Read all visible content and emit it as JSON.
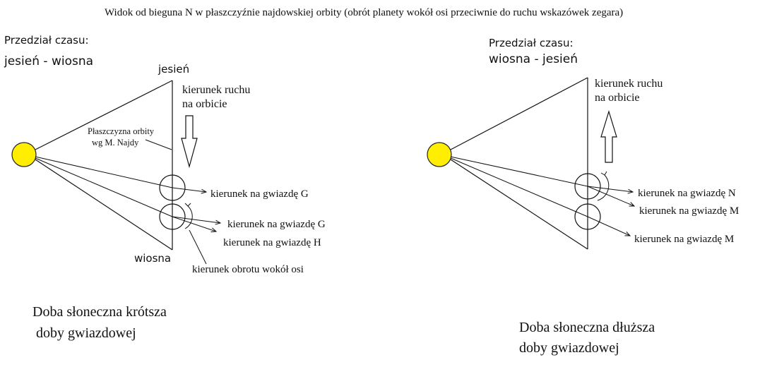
{
  "title": "Widok od bieguna N w płaszczyźnie najdowskiej orbity  (obrót planety wokół osi przeciwnie do ruchu wskazówek zegara)",
  "colors": {
    "sun": "#ffee00",
    "sun_outline": "#222222",
    "ink": "#111111"
  },
  "left": {
    "interval_label": "Przedział czasu:",
    "interval_value": "jesień - wiosna",
    "season_top": "jesień",
    "season_bottom": "wiosna",
    "motion_line1": "kierunek ruchu",
    "motion_line2": "na orbicie",
    "motion_arrow": "down",
    "plane_line1": "Płaszczyzna orbity",
    "plane_line2": "wg M. Najdy",
    "star1": "kierunek na gwiazdę G",
    "star2": "kierunek na gwiazdę G",
    "star3": "kierunek na gwiazdę  H",
    "rotation": "kierunek obrotu wokół osi",
    "conclusion1": "Doba słoneczna krótsza",
    "conclusion2": " doby gwiazdowej"
  },
  "right": {
    "interval_label": "Przedział czasu:",
    "interval_value": "wiosna - jesień",
    "motion_line1": "kierunek ruchu",
    "motion_line2": "na orbicie",
    "motion_arrow": "up",
    "star1": "kierunek na gwiazdę  N",
    "star2": "kierunek na gwiazdę  M",
    "star3": "kierunek na gwiazdę  M",
    "conclusion1": "Doba słoneczna dłuższa",
    "conclusion2": "doby gwiazdowej"
  }
}
